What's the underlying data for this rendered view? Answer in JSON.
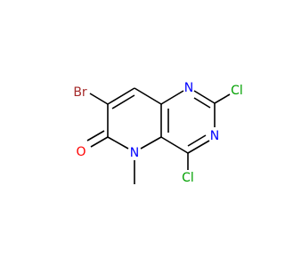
{
  "molecule": {
    "atoms": {
      "bromine": {
        "label": "Br",
        "color": "#a52a2a"
      },
      "n_ring_top": {
        "label": "N",
        "color": "#0000ff"
      },
      "chlorine_2": {
        "label": "Cl",
        "color": "#00a000"
      },
      "n_ring_right": {
        "label": "N",
        "color": "#0000ff"
      },
      "oxygen": {
        "label": "O",
        "color": "#ff0000"
      },
      "n_methyl": {
        "label": "N",
        "color": "#0000ff"
      },
      "chlorine_4": {
        "label": "Cl",
        "color": "#00a000"
      }
    }
  }
}
